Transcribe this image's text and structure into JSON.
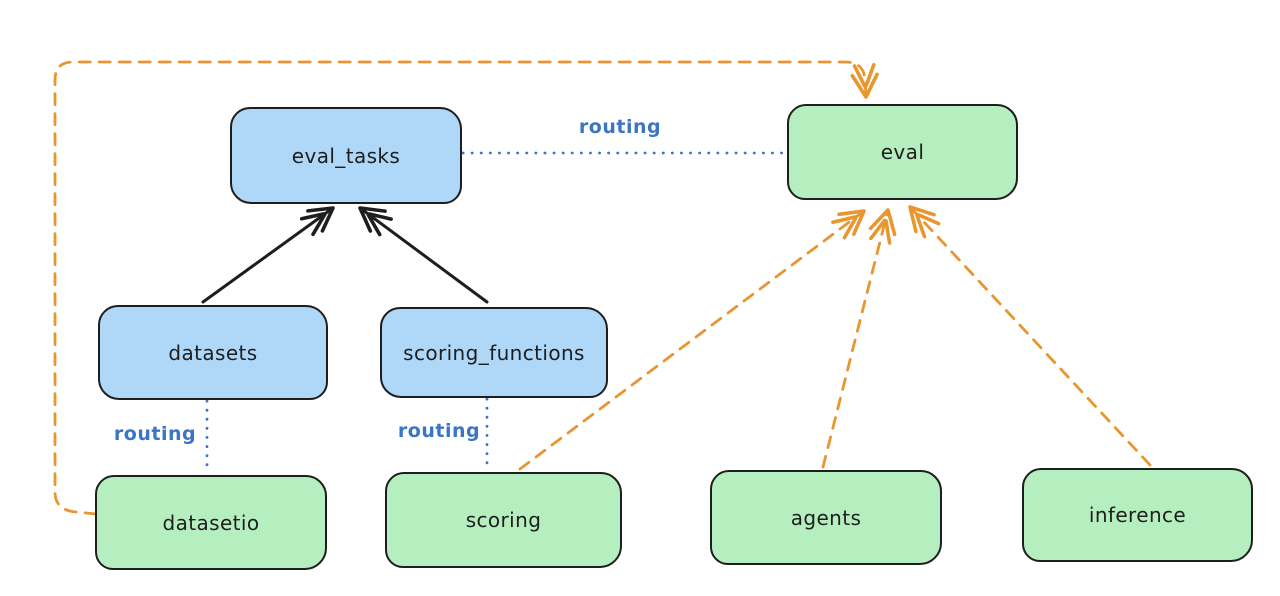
{
  "colors": {
    "background": "#ffffff",
    "node_border": "#1e1e1e",
    "node_blue_fill": "#aed7f8",
    "node_green_fill": "#b5efbf",
    "arrow_black": "#1e1e1e",
    "arrow_orange": "#e8962d",
    "routing_blue": "#3b75c4"
  },
  "nodes": {
    "eval_tasks": {
      "label": "eval_tasks"
    },
    "eval": {
      "label": "eval"
    },
    "datasets": {
      "label": "datasets"
    },
    "scoring_functions": {
      "label": "scoring_functions"
    },
    "datasetio": {
      "label": "datasetio"
    },
    "scoring": {
      "label": "scoring"
    },
    "agents": {
      "label": "agents"
    },
    "inference": {
      "label": "inference"
    }
  },
  "edge_labels": {
    "eval_tasks_to_eval": "routing",
    "datasets_to_datasetio": "routing",
    "scoring_functions_to_scoring": "routing"
  }
}
